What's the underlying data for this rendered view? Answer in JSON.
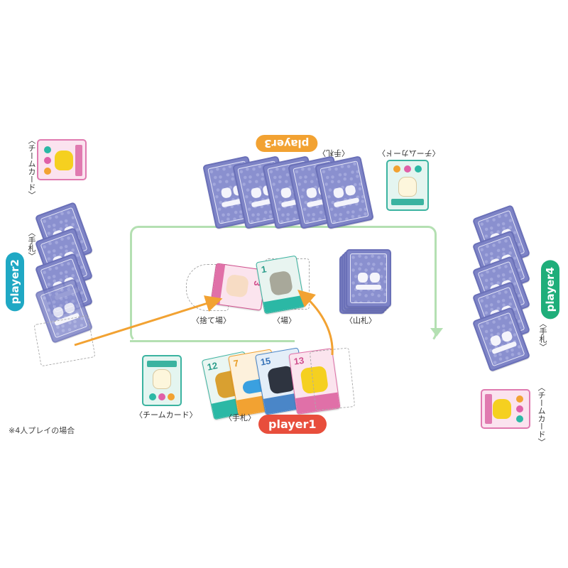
{
  "diagram": {
    "note": "※4人プレイの場合",
    "zones": {
      "discard_label": "〈捨て場〉",
      "field_label": "〈場〉",
      "deck_label": "〈山札〉"
    },
    "players": [
      {
        "id": "player1",
        "label": "player1",
        "color": "#e84e3c",
        "hand_label": "〈手札〉",
        "team_label": "〈チームカード〉",
        "hand_cards": [
          "12",
          "7",
          "15",
          "13"
        ]
      },
      {
        "id": "player2",
        "label": "player2",
        "color": "#1fa8c4",
        "hand_label": "〈手札〉",
        "team_label": "〈チームカード〉",
        "hand_count": 4
      },
      {
        "id": "player3",
        "label": "player3",
        "color": "#f2a232",
        "hand_label": "〈手札〉",
        "team_label": "〈チームカード〉",
        "hand_count": 5
      },
      {
        "id": "player4",
        "label": "player4",
        "color": "#1fae7a",
        "hand_label": "〈手札〉",
        "team_label": "〈チームカード〉",
        "hand_count": 5
      }
    ],
    "field_cards": [
      {
        "zone": "discard",
        "number": "3"
      },
      {
        "zone": "field",
        "number": "1"
      }
    ],
    "colors": {
      "card_back": "#7d83c6",
      "flow_line": "#b4e0b2",
      "arrow": "#f2a232"
    }
  }
}
